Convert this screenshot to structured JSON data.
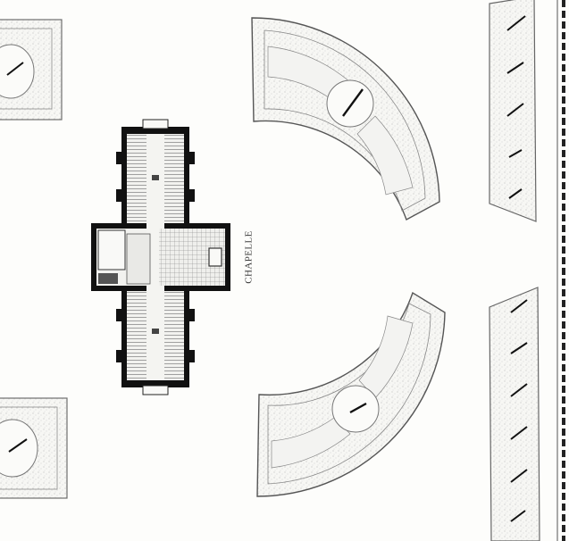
{
  "plan": {
    "label": "CHAPELLE",
    "colors": {
      "paper": "#fdfdfb",
      "ink": "#1a1a1a",
      "stipple": "#8a8a8a",
      "wall": "#111111"
    },
    "features": [
      "chapel-cross-plan",
      "semicircular-garden-parterre-upper",
      "semicircular-garden-parterre-lower",
      "tree-lined-allee-strips",
      "corner-parterres"
    ]
  }
}
